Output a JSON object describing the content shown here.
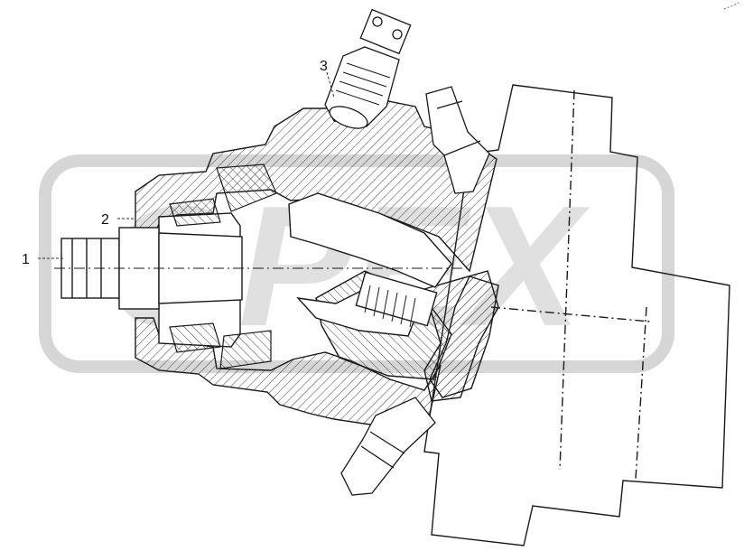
{
  "callouts": [
    {
      "id": "1",
      "label": "1"
    },
    {
      "id": "2",
      "label": "2"
    },
    {
      "id": "3",
      "label": "3"
    }
  ],
  "watermark": {
    "text": "OPEX",
    "color": "#d0d0d0"
  },
  "colors": {
    "line": "#1a1a1a",
    "hatch": "#555555",
    "watermark": "#cfcfcf"
  }
}
